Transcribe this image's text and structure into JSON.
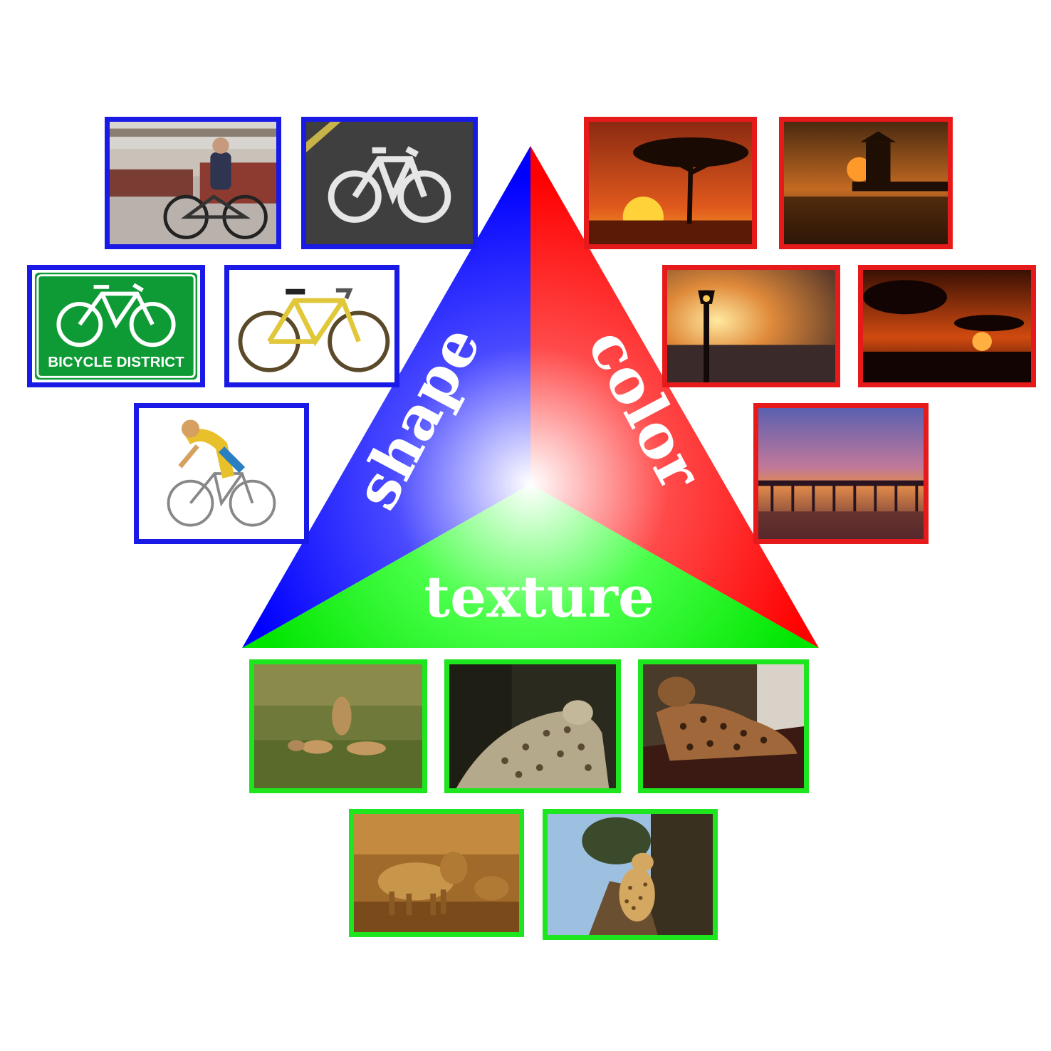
{
  "colors": {
    "shape": "#1a1ae6",
    "color": "#e61a1a",
    "texture": "#1ee61e",
    "background": "#ffffff"
  },
  "triangle": {
    "labels": {
      "shape": "shape",
      "color": "color",
      "texture": "texture"
    }
  },
  "thumbnails": {
    "shape": [
      {
        "content": "cyclist-riding-bicycle-icon"
      },
      {
        "content": "bike-lane-road-marking-icon"
      },
      {
        "content": "bicycle-district-sign-icon",
        "sign_text": "BICYCLE DISTRICT"
      },
      {
        "content": "yellow-bicycle-icon"
      },
      {
        "content": "racing-cyclist-illustration-icon"
      }
    ],
    "color": [
      {
        "content": "tree-sunset-icon"
      },
      {
        "content": "tower-sunset-icon"
      },
      {
        "content": "street-lamp-sunset-icon"
      },
      {
        "content": "savanna-sunset-icon"
      },
      {
        "content": "pier-sunset-icon"
      }
    ],
    "texture": [
      {
        "content": "cheetahs-in-grass-icon"
      },
      {
        "content": "leopard-resting-icon"
      },
      {
        "content": "leopard-on-log-icon"
      },
      {
        "content": "lion-walking-icon"
      },
      {
        "content": "cheetah-on-tree-icon"
      }
    ]
  }
}
